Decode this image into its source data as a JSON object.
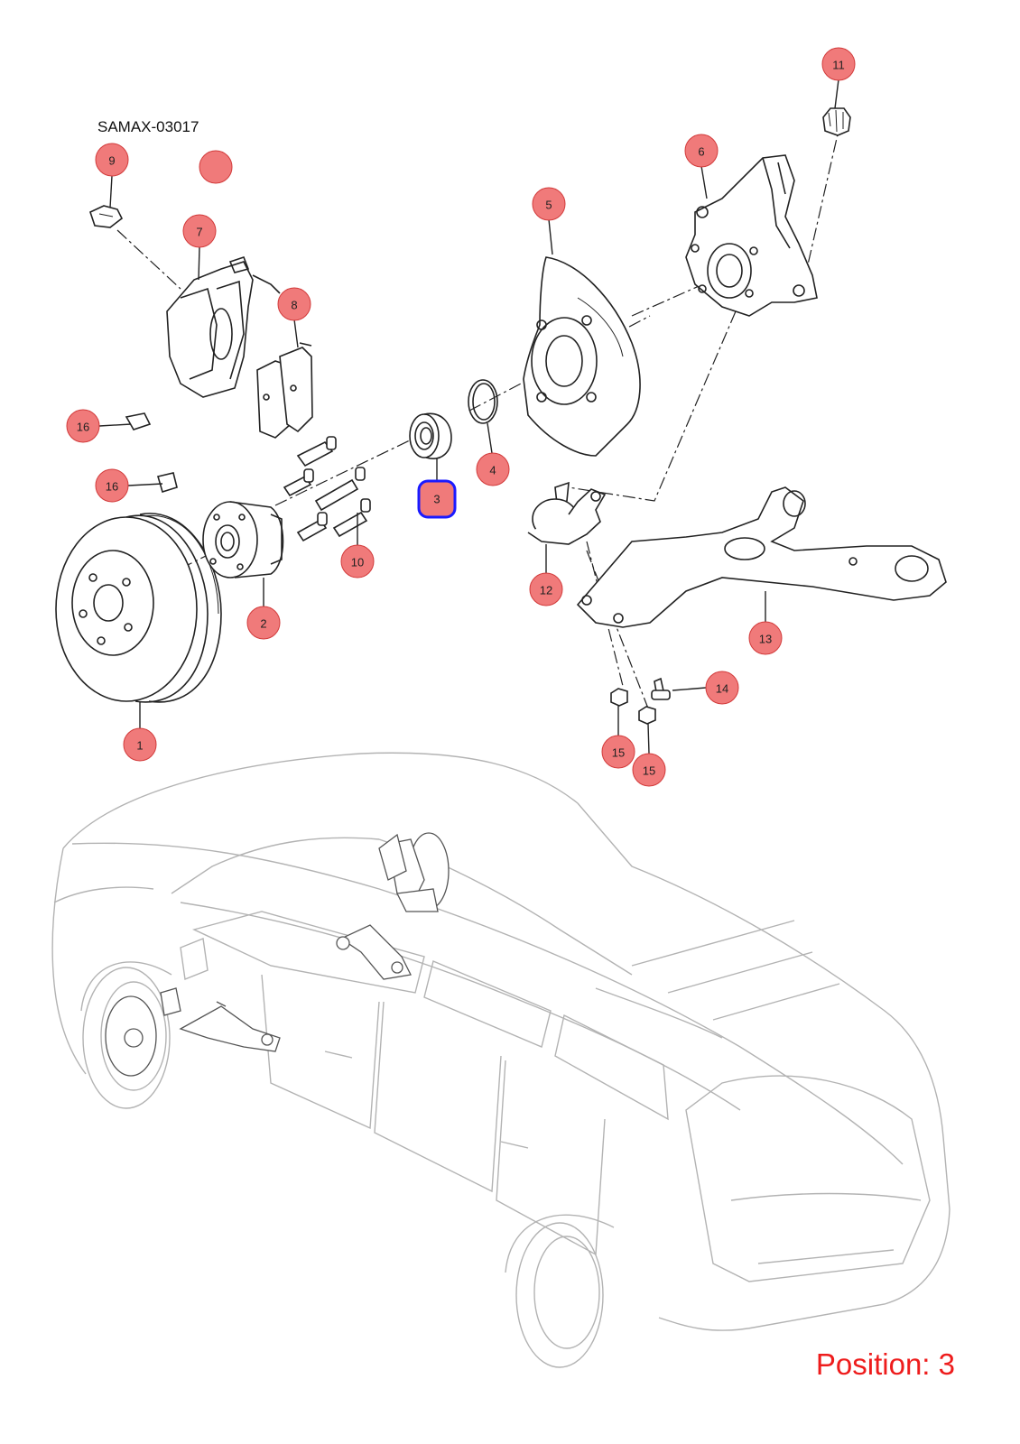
{
  "diagram_code": "SAMAX-03017",
  "position_label": "Position: 3",
  "selected_callout": "3",
  "colors": {
    "callout_fill": "#f07a7a",
    "callout_stroke": "#d23b3b",
    "highlight": "#1a1aff",
    "position_text": "#ee1c1c",
    "car_outline": "#b3b3b3"
  },
  "callouts": [
    {
      "id": "c1",
      "label": "1"
    },
    {
      "id": "c2",
      "label": "2"
    },
    {
      "id": "c3",
      "label": "3"
    },
    {
      "id": "c4",
      "label": "4"
    },
    {
      "id": "c5",
      "label": "5"
    },
    {
      "id": "c6",
      "label": "6"
    },
    {
      "id": "c7",
      "label": "7"
    },
    {
      "id": "c8",
      "label": "8"
    },
    {
      "id": "c9",
      "label": "9"
    },
    {
      "id": "c10",
      "label": "10"
    },
    {
      "id": "c11",
      "label": "11"
    },
    {
      "id": "c12",
      "label": "12"
    },
    {
      "id": "c13",
      "label": "13"
    },
    {
      "id": "c14",
      "label": "14"
    },
    {
      "id": "c15a",
      "label": "15"
    },
    {
      "id": "c15b",
      "label": "15"
    },
    {
      "id": "c16a",
      "label": "16"
    },
    {
      "id": "c16b",
      "label": "16"
    },
    {
      "id": "c-blank",
      "label": ""
    }
  ]
}
